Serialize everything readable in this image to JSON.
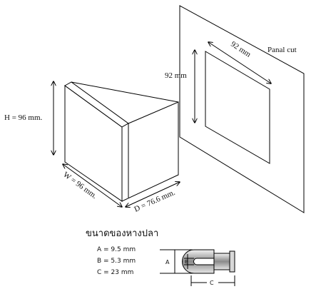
{
  "diagram": {
    "panel_label": "Panal cut",
    "cutout_width": "92 mm",
    "cutout_height": "92 mm",
    "height_label": "H = 96 mm.",
    "width_label": "W = 96 mm.",
    "depth_label": "D = 76.6 mm.",
    "lug": {
      "title": "ขนาดของหางปลา",
      "specs": [
        "A = 9.5 mm",
        "B = 5.3 mm",
        "C = 23 mm"
      ],
      "letters": {
        "a": "A",
        "b": "B",
        "c": "C"
      }
    }
  }
}
